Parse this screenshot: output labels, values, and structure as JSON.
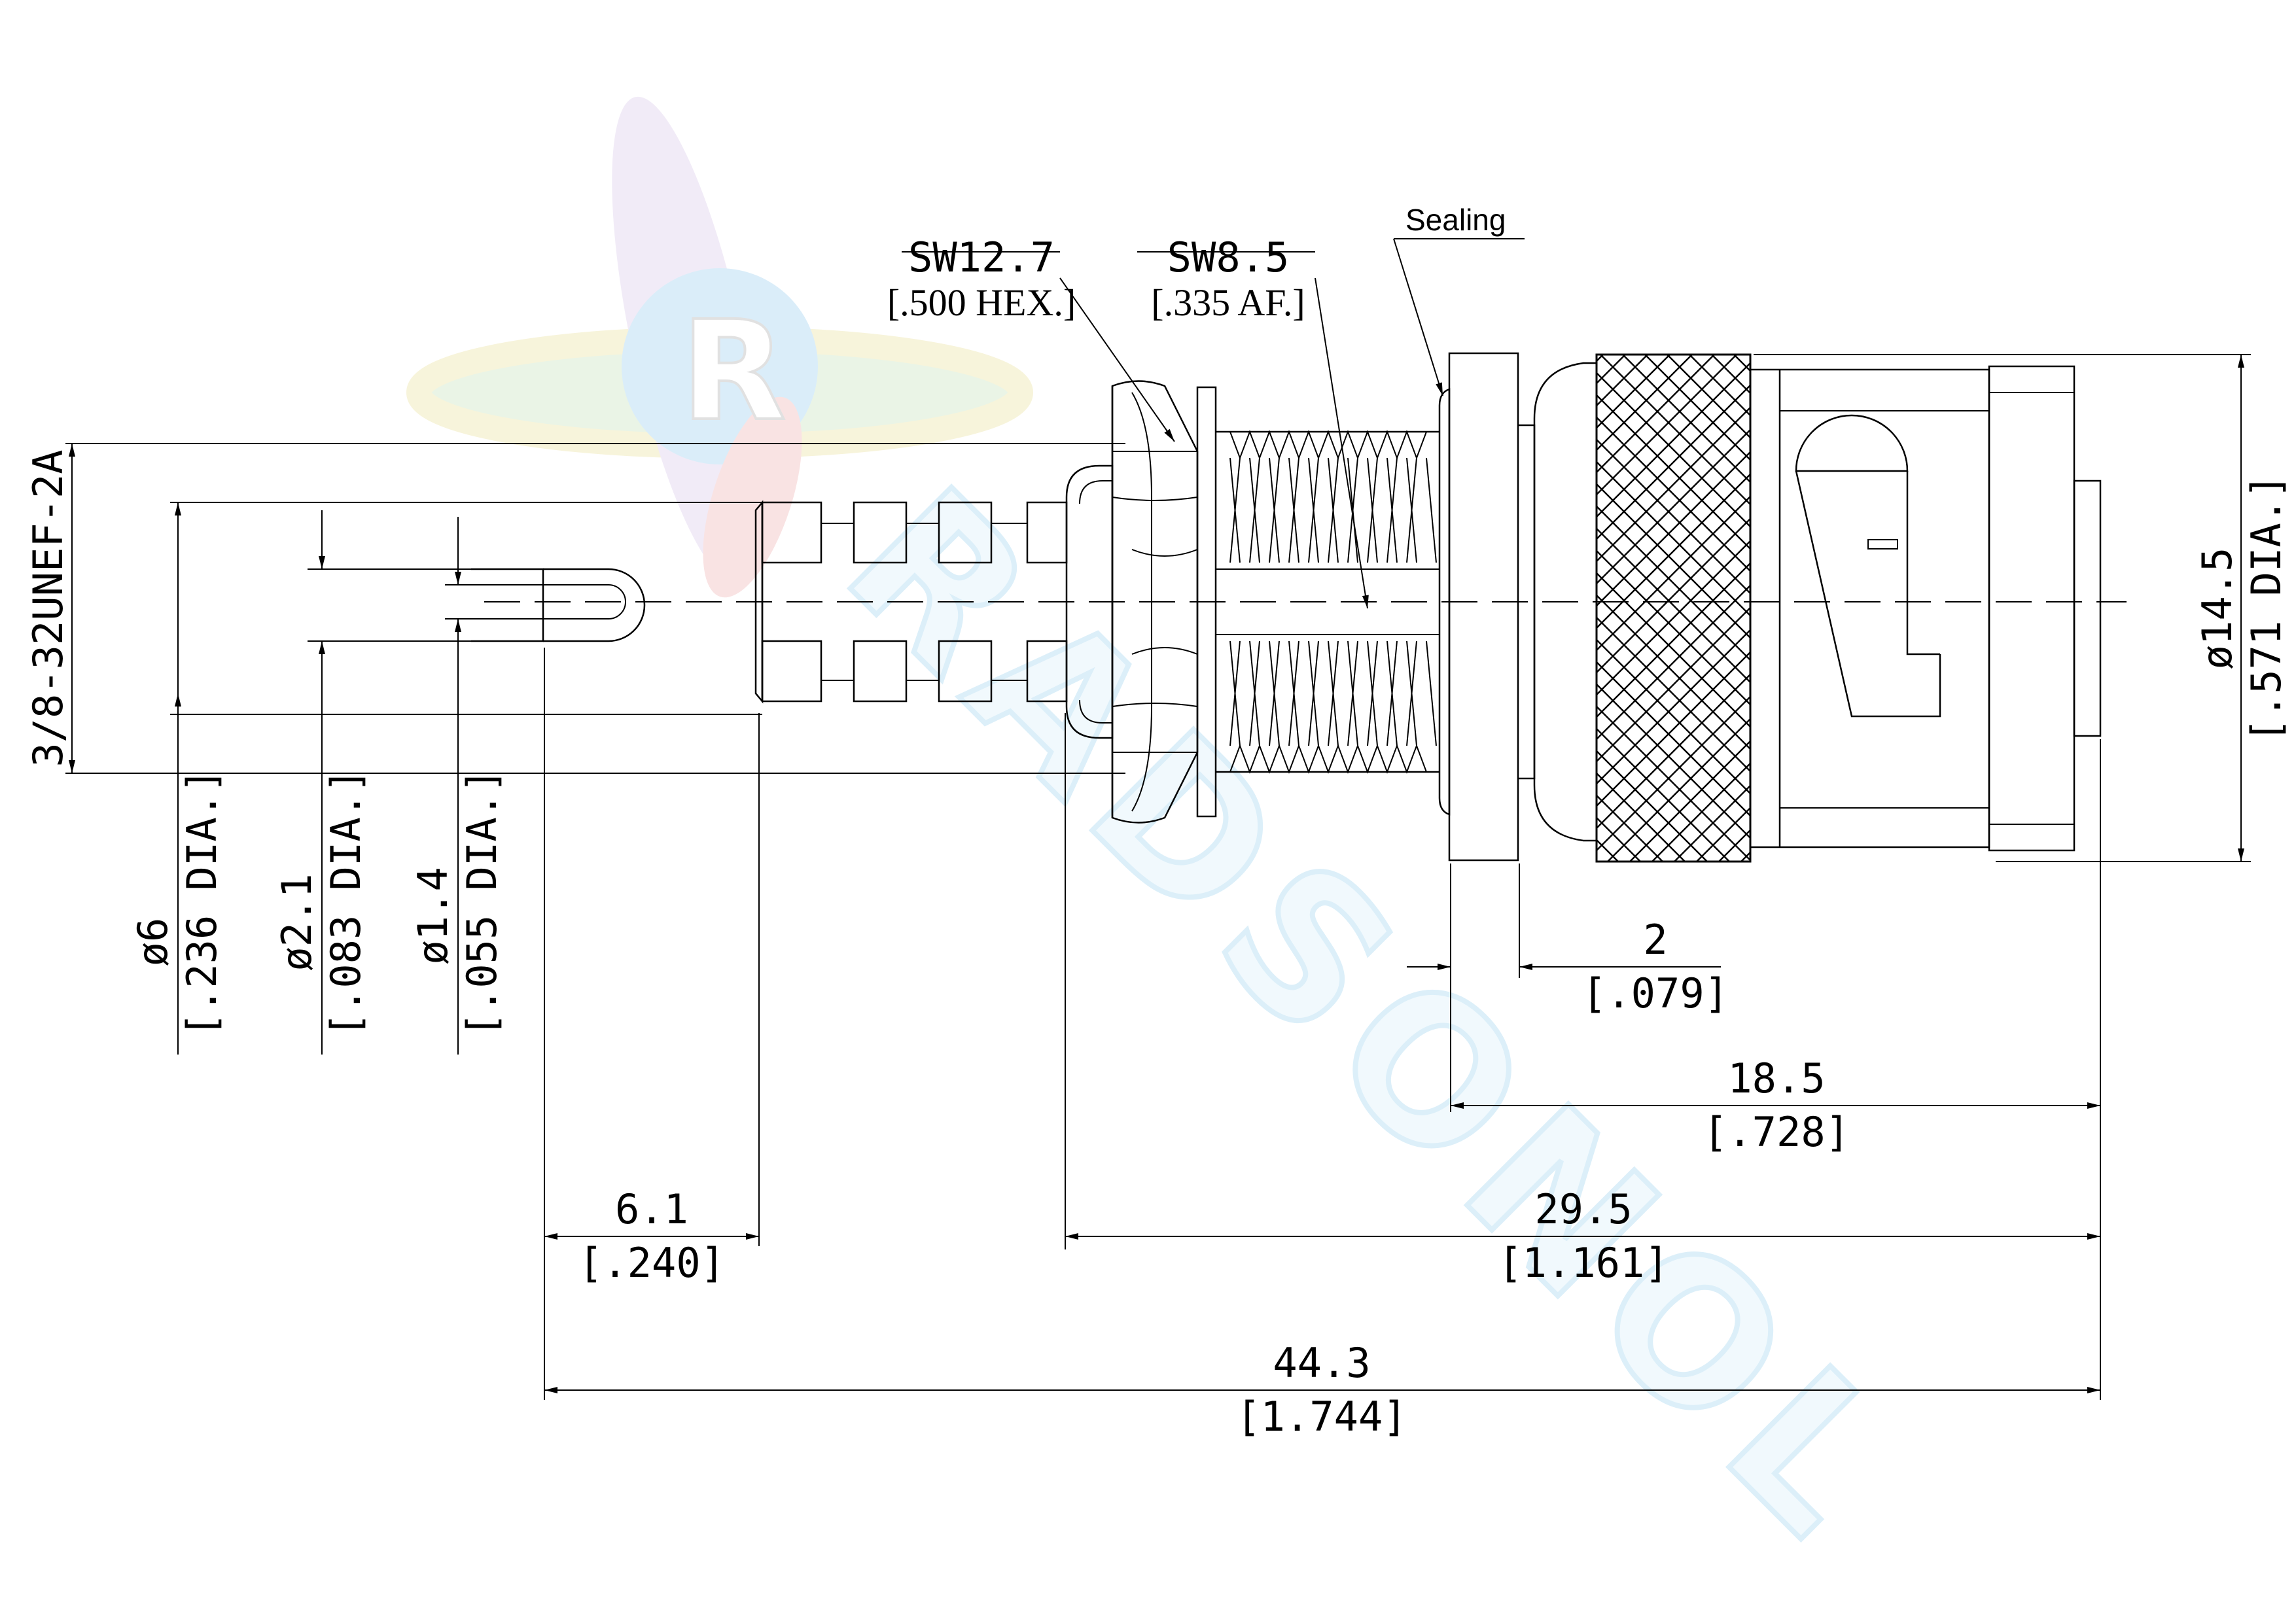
{
  "callouts": {
    "sw_hex": "SW12.7",
    "sw_hex_in": "[.500 HEX.]",
    "sw_af": "SW8.5",
    "sw_af_in": "[.335 AF.]",
    "sealing": "Sealing"
  },
  "dimensions": {
    "thread": "3/8-32UNEF-2A",
    "d6": "ø6",
    "d6_in": "[.236 DIA.]",
    "d21": "ø2.1",
    "d21_in": "[.083 DIA.]",
    "d14": "ø1.4",
    "d14_in": "[.055 DIA.]",
    "d145": "ø14.5",
    "d145_in": "[.571 DIA.]",
    "w2": "2",
    "w2_in": "[.079]",
    "l185": "18.5",
    "l185_in": "[.728]",
    "l61": "6.1",
    "l61_in": "[.240]",
    "l295": "29.5",
    "l295_in": "[1.161]",
    "l443": "44.3",
    "l443_in": "[1.744]"
  },
  "watermark": {
    "text": "RADSONOL",
    "logo_letter": "R",
    "colors": [
      "#e8d8ee",
      "#b8dcf4",
      "#cfe8c4",
      "#f4f0b0",
      "#f4c8c8"
    ]
  }
}
